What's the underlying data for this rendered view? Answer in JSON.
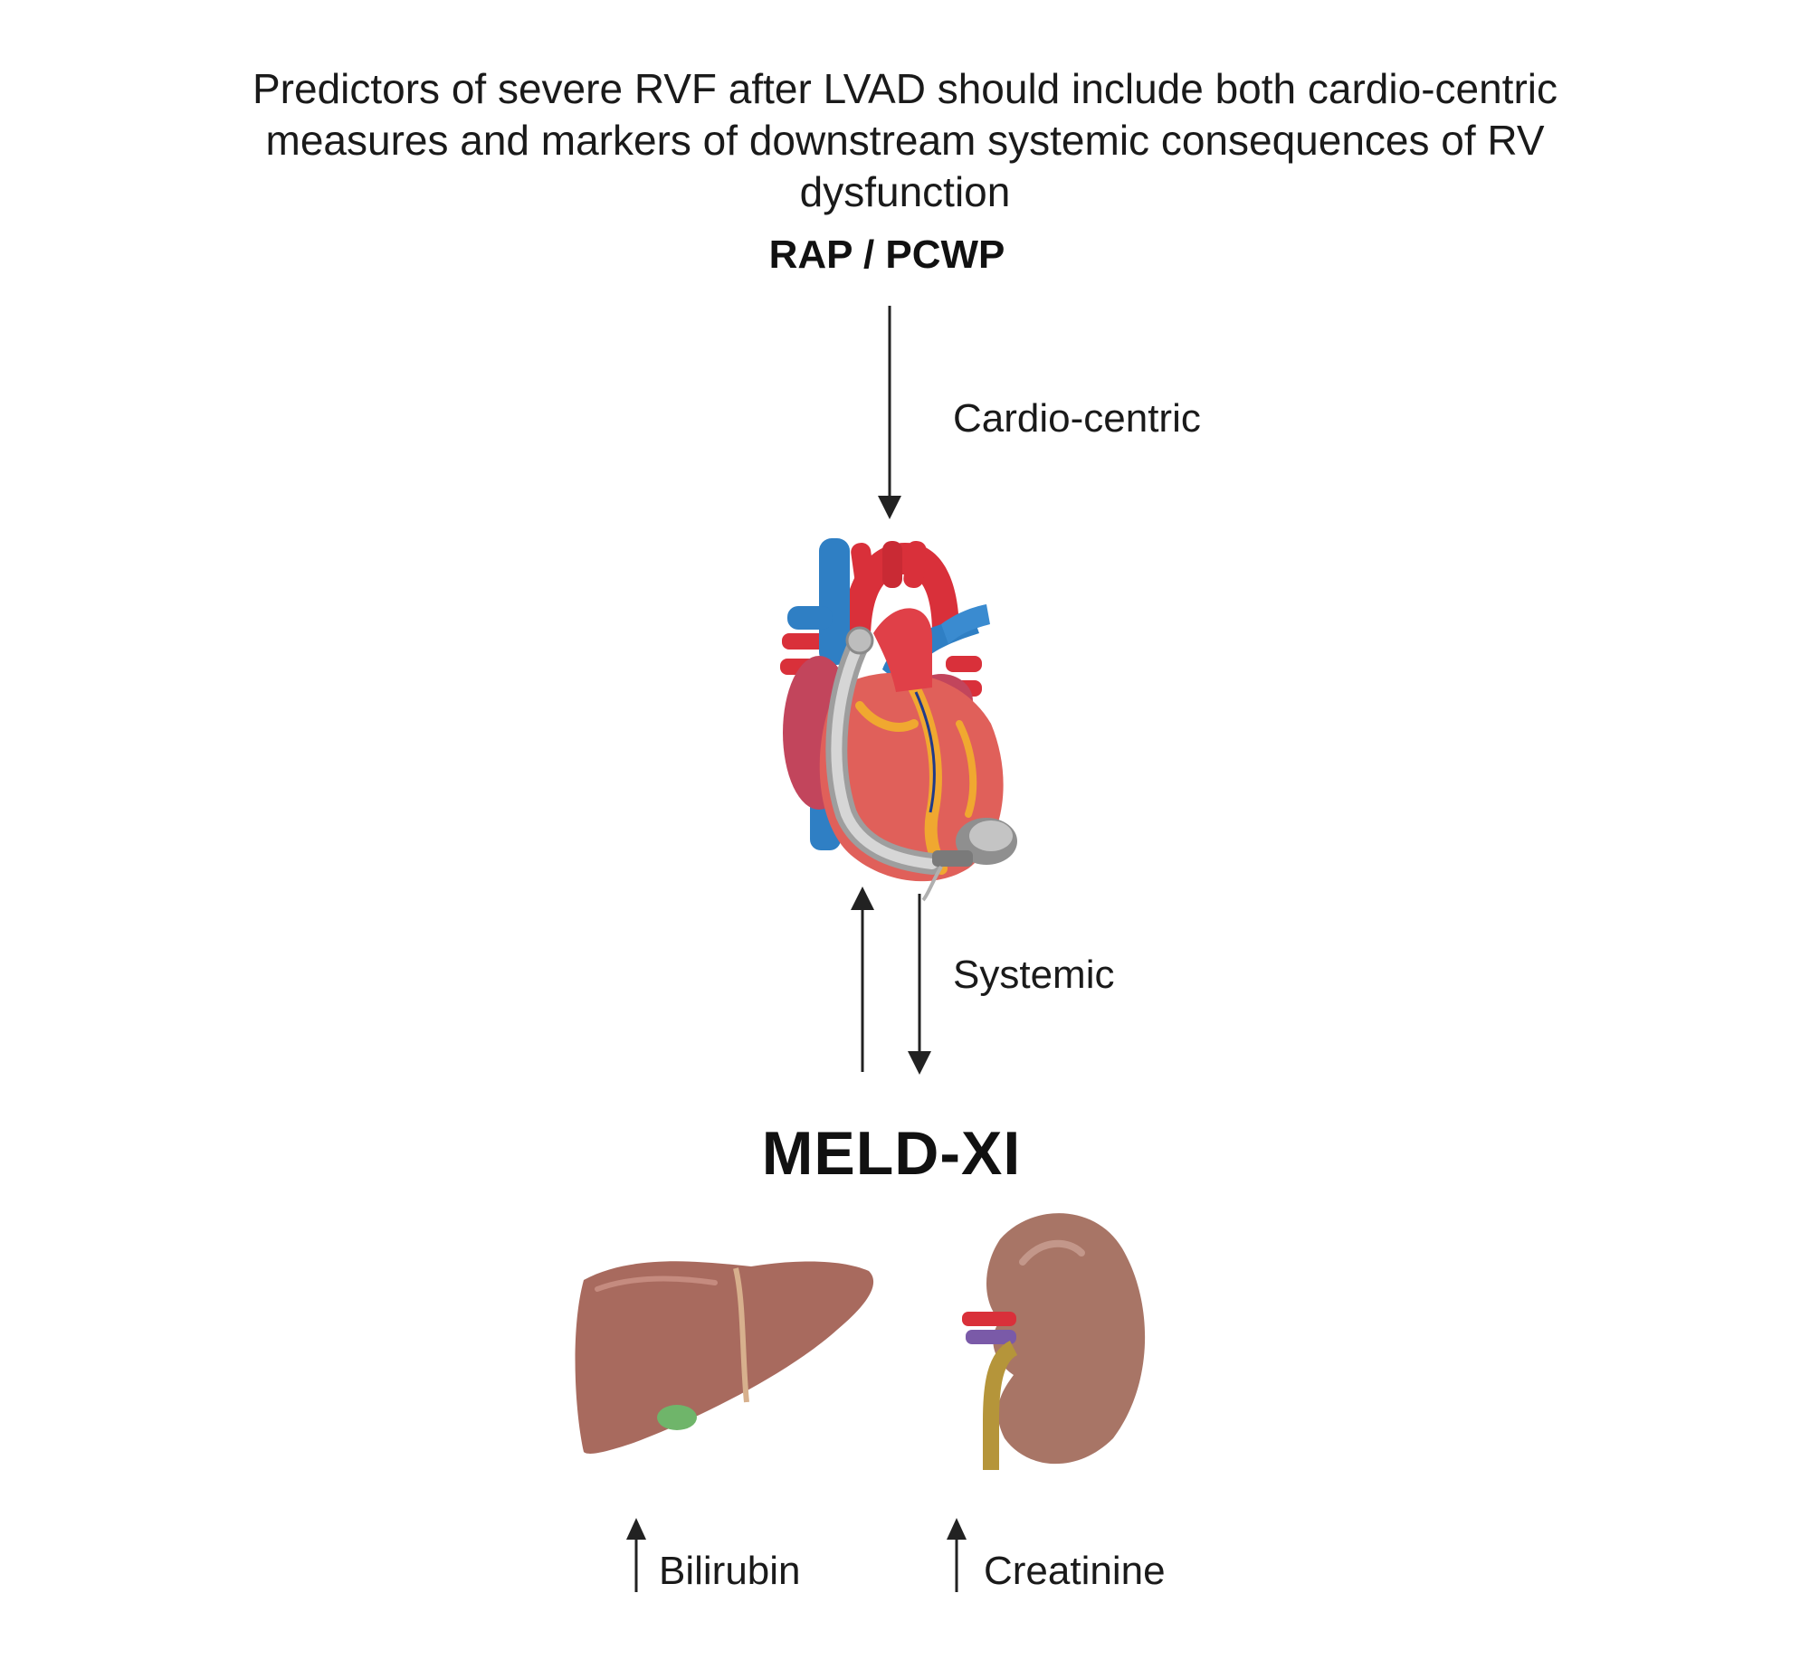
{
  "title_lines": [
    "Predictors of severe RVF after LVAD should include both cardio-centric",
    "measures and markers of downstream systemic consequences of RV",
    "dysfunction"
  ],
  "top_measure": "RAP / PCWP",
  "cardio_label": "Cardio-centric",
  "systemic_label": "Systemic",
  "score_label": "MELD-XI",
  "markers": {
    "bilirubin": "Bilirubin",
    "creatinine": "Creatinine"
  },
  "icons": [
    "heart-with-lvad-icon",
    "liver-icon",
    "kidney-icon",
    "arrow-down-icon",
    "arrow-up-icon"
  ],
  "colors": {
    "artery_red": "#d9303a",
    "vein_blue": "#2f7fc4",
    "heart_muscle": "#e0605a",
    "liver": "#a86a5e",
    "kidney": "#a87566",
    "arrow": "#222222"
  }
}
